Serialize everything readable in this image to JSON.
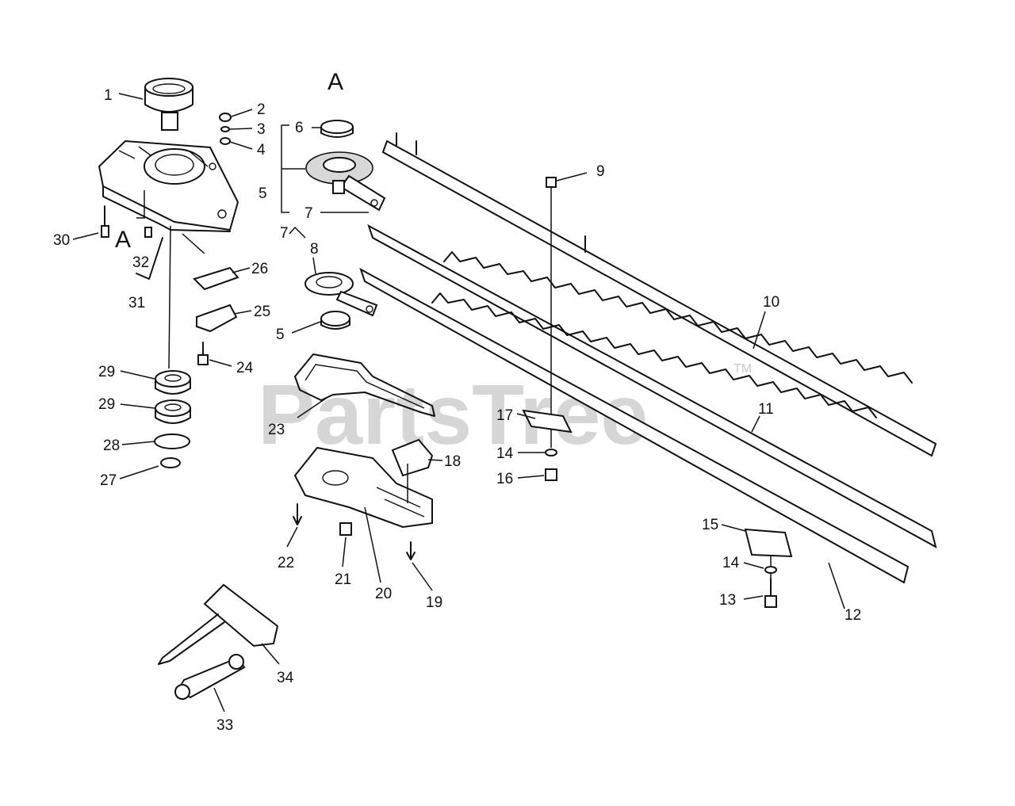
{
  "watermark": {
    "text": "PartsTree",
    "trademark": "TM"
  },
  "callouts": [
    {
      "id": "c1",
      "text": "1"
    },
    {
      "id": "c2",
      "text": "2"
    },
    {
      "id": "c3",
      "text": "3"
    },
    {
      "id": "c4",
      "text": "4"
    },
    {
      "id": "c5a",
      "text": "5"
    },
    {
      "id": "c5b",
      "text": "5"
    },
    {
      "id": "c6",
      "text": "6"
    },
    {
      "id": "c7a",
      "text": "7"
    },
    {
      "id": "c7b",
      "text": "7"
    },
    {
      "id": "c8",
      "text": "8"
    },
    {
      "id": "c9",
      "text": "9"
    },
    {
      "id": "c10",
      "text": "10"
    },
    {
      "id": "c11",
      "text": "11"
    },
    {
      "id": "c12",
      "text": "12"
    },
    {
      "id": "c13",
      "text": "13"
    },
    {
      "id": "c14a",
      "text": "14"
    },
    {
      "id": "c14b",
      "text": "14"
    },
    {
      "id": "c15",
      "text": "15"
    },
    {
      "id": "c16",
      "text": "16"
    },
    {
      "id": "c17",
      "text": "17"
    },
    {
      "id": "c18",
      "text": "18"
    },
    {
      "id": "c19",
      "text": "19"
    },
    {
      "id": "c20",
      "text": "20"
    },
    {
      "id": "c21",
      "text": "21"
    },
    {
      "id": "c22",
      "text": "22"
    },
    {
      "id": "c23",
      "text": "23"
    },
    {
      "id": "c24",
      "text": "24"
    },
    {
      "id": "c25",
      "text": "25"
    },
    {
      "id": "c26",
      "text": "26"
    },
    {
      "id": "c27",
      "text": "27"
    },
    {
      "id": "c28",
      "text": "28"
    },
    {
      "id": "c29a",
      "text": "29"
    },
    {
      "id": "c29b",
      "text": "29"
    },
    {
      "id": "c30",
      "text": "30"
    },
    {
      "id": "c31",
      "text": "31"
    },
    {
      "id": "c32",
      "text": "32"
    },
    {
      "id": "c33",
      "text": "33"
    },
    {
      "id": "c34",
      "text": "34"
    }
  ],
  "reference_marks": [
    {
      "id": "a1",
      "text": "A"
    },
    {
      "id": "a2",
      "text": "A"
    }
  ]
}
